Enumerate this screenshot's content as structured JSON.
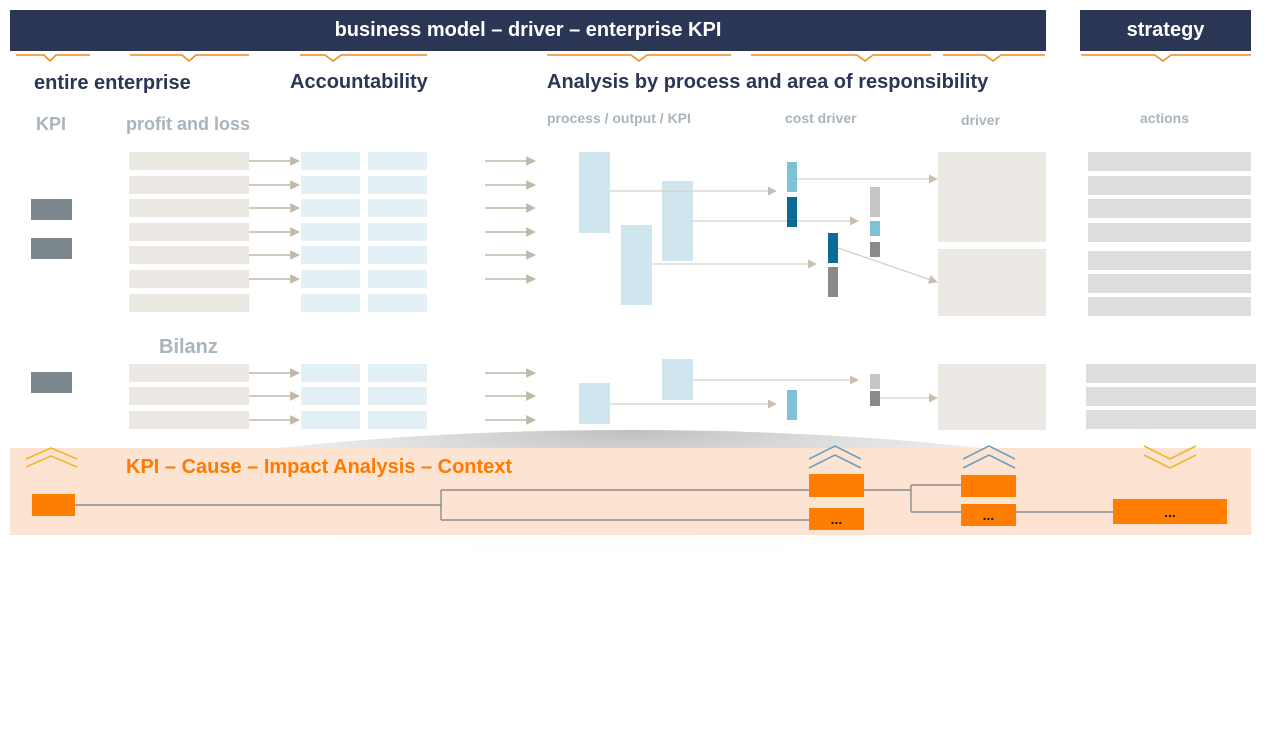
{
  "header": {
    "main_title": "business model – driver – enterprise KPI",
    "strategy_title": "strategy"
  },
  "sections": {
    "entire_enterprise": "entire enterprise",
    "accountability": "Accountability",
    "analysis": "Analysis by process and area of responsibility"
  },
  "subheadings": {
    "kpi": "KPI",
    "profit_and_loss": "profit and loss",
    "process_output_kpi": "process / output / KPI",
    "cost_driver": "cost driver",
    "driver": "driver",
    "actions": "actions",
    "bilanz": "Bilanz"
  },
  "impact_band": {
    "title": "KPI – Cause – Impact Analysis – Context",
    "ellipsis": "..."
  },
  "colors": {
    "header_bg": "#2b3654",
    "accent_orange": "#ff7d00",
    "band_bg": "#fde3d2",
    "text_grey": "#a9b4bc",
    "light_blue": "#cfe6ee",
    "mid_blue": "#7fc2d6",
    "dark_blue": "#0b6a96",
    "beige": "#ece9e4",
    "grey_block": "#7b878d"
  }
}
